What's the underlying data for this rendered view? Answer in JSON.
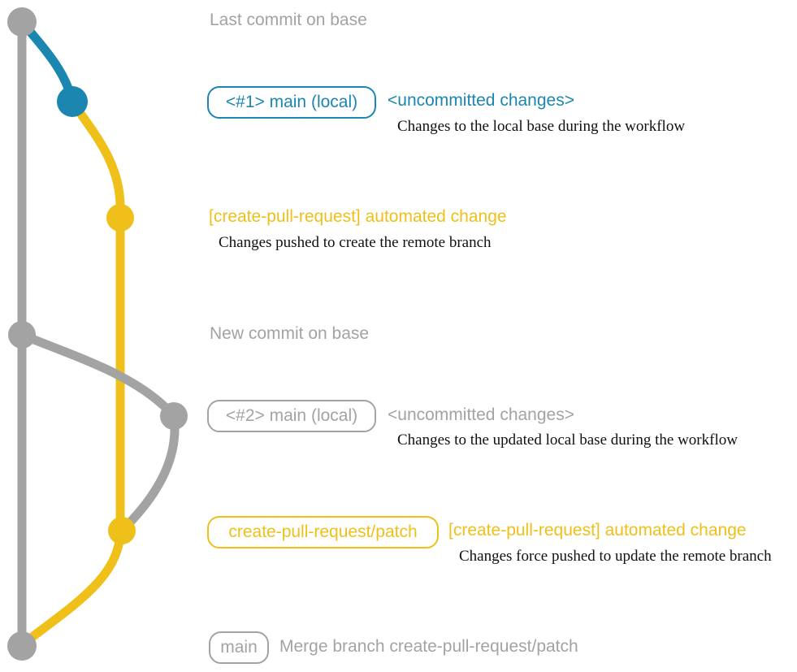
{
  "colors": {
    "gray": "#a3a3a3",
    "blue": "#1b87b0",
    "yellow": "#efc01a",
    "description_text": "#111111",
    "background": "#ffffff"
  },
  "graph": {
    "branches": [
      {
        "name": "base",
        "color": "#a3a3a3"
      },
      {
        "name": "main-local",
        "color": "#1b87b0"
      },
      {
        "name": "create-pull-request-patch",
        "color": "#efc01a"
      }
    ],
    "commit_nodes": [
      {
        "name": "last-commit-on-base",
        "color": "#a3a3a3"
      },
      {
        "name": "main-local-1-uncommitted",
        "color": "#1b87b0"
      },
      {
        "name": "automated-change-push",
        "color": "#efc01a"
      },
      {
        "name": "new-commit-on-base",
        "color": "#a3a3a3"
      },
      {
        "name": "main-local-2-uncommitted",
        "color": "#a3a3a3"
      },
      {
        "name": "automated-change-force-push",
        "color": "#efc01a"
      },
      {
        "name": "merge-commit",
        "color": "#a3a3a3"
      }
    ]
  },
  "annotations": {
    "row1": {
      "text": "Last commit on base"
    },
    "row2": {
      "badge": "<#1> main (local)",
      "title": "<uncommitted changes>",
      "description": "Changes to the local base during the workflow"
    },
    "row3": {
      "title": "[create-pull-request] automated change",
      "description": "Changes pushed to create the remote branch"
    },
    "row4": {
      "text": "New commit on base"
    },
    "row5": {
      "badge": "<#2> main (local)",
      "title": "<uncommitted changes>",
      "description": "Changes to the updated local base during the workflow"
    },
    "row6": {
      "badge": "create-pull-request/patch",
      "title": "[create-pull-request] automated change",
      "description": "Changes force pushed to update the remote branch"
    },
    "row7": {
      "badge": "main",
      "text": "Merge branch create-pull-request/patch"
    }
  }
}
